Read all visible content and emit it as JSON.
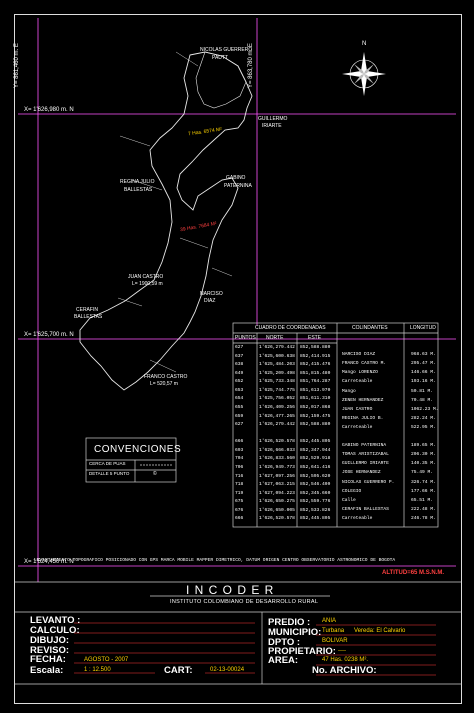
{
  "grid": {
    "left_top": "Y= 861,460 m. E",
    "right_top": "Y= 863,780 m. E",
    "row1": "X= 1'626,980 m. N",
    "row2": "X= 1'625,700 m. N",
    "row3": "X= 1'624,450 m. N"
  },
  "compass": {
    "north": "N"
  },
  "map_labels": {
    "owner_top": "NICOLAS GUERRERO",
    "owner_top2": "PAUTT",
    "area_a": "7 Has. 6574 M²",
    "area_b": "39 Has. 7684 M²",
    "guillermo": "GUILLERMO",
    "iriarte": "IRIARTE",
    "gabino": "GABINO",
    "paternina": "PATERNINA",
    "regina": "REGINA JULIO",
    "ballestas": "BALLESTAS",
    "juan_castro": "JUAN CASTRO",
    "juan_castro_l": "L= 1900,59 m",
    "narciso": "NARCISO",
    "narciso2": "DIAZ",
    "franco": "FRANCO CASTRO",
    "franco2": "L= 520,57 m",
    "cerafin": "CERAFIN",
    "cerafin2": "BALLESTAS"
  },
  "coord_table": {
    "title": "CUADRO DE COORDENADAS",
    "col_puntos": "PUNTOS",
    "col_norte": "NORTE",
    "col_este": "ESTE",
    "rows": [
      [
        "627",
        "1'626,279.442",
        "852,588.880"
      ],
      [
        "637",
        "1'625,600.638",
        "852,414.915"
      ],
      [
        "638",
        "1'625,484.203",
        "852,415.476"
      ],
      [
        "649",
        "1'625,209.498",
        "851,815.480"
      ],
      [
        "652",
        "1'625,733.348",
        "851,764.287"
      ],
      [
        "653",
        "1'625,744.775",
        "851,613.970"
      ],
      [
        "654",
        "1'625,756.052",
        "851,611.310"
      ],
      [
        "655",
        "1'626,409.256",
        "852,017.868"
      ],
      [
        "659",
        "1'626,477.265",
        "852,159.475"
      ],
      [
        "627",
        "1'626,279.442",
        "852,588.880"
      ],
      [
        "",
        "",
        ""
      ],
      [
        "666",
        "1'626,520.578",
        "852,445.805"
      ],
      [
        "693",
        "1'626,666.033",
        "852,347.944"
      ],
      [
        "704",
        "1'626,833.560",
        "852,529.918"
      ],
      [
        "706",
        "1'626,949.773",
        "852,641.416"
      ],
      [
        "716",
        "1'627,097.256",
        "852,595.620"
      ],
      [
        "718",
        "1'627,063.215",
        "852,546.409"
      ],
      [
        "719",
        "1'627,094.223",
        "852,345.660"
      ],
      [
        "675",
        "1'626,650.275",
        "852,559.776"
      ],
      [
        "676",
        "1'626,650.005",
        "852,533.826"
      ],
      [
        "666",
        "1'626,520.578",
        "852,445.805"
      ]
    ]
  },
  "colindantes": {
    "col_colindantes": "COLINDANTES",
    "col_longitud": "LONGITUD",
    "rows": [
      [
        "",
        ""
      ],
      [
        "NARCISO DIAZ",
        "968.63 M."
      ],
      [
        "FRANCO CASTRO M.",
        "295.47 M."
      ],
      [
        "Mango LORENZO",
        "146.66 M."
      ],
      [
        "Carreteable",
        "193.16 M."
      ],
      [
        "Mango",
        "50.81 M."
      ],
      [
        "ZENEN HERNANDEZ",
        "70.48 M."
      ],
      [
        "JUAN CASTRO",
        "1062.23 M."
      ],
      [
        "REGINA JULIO B.",
        "282.24 M."
      ],
      [
        "Carreteable",
        "522.95 M."
      ],
      [
        "",
        ""
      ],
      [
        "GABINO PATERNINA",
        "189.65 M."
      ],
      [
        "TOMAS ARISTIZABAL",
        "206.30 M."
      ],
      [
        "GUILLERMO IRIARTE",
        "140.35 M."
      ],
      [
        "JOSE HERNANDEZ",
        "75.49 M."
      ],
      [
        "NICOLAS GUERRERO P.",
        "326.74 M."
      ],
      [
        "COLEGIO",
        "177.66 M."
      ],
      [
        "Calle",
        "65.51 M."
      ],
      [
        "CERAFIN BALLESTAS",
        "222.48 M."
      ],
      [
        "Carreteable",
        "246.78 M."
      ]
    ]
  },
  "convenciones": {
    "title": "CONVENCIONES",
    "item1": "CERCA DE PUAS",
    "item2": "DETALLE 5 PUNTO",
    "item2_sym": "©"
  },
  "note": "LEVANTAMIENTO TOPOGRAFICO POSICIONADO CON GPS MARCA MOBILE MAPPER DIMETRICO, DATUM ORIGEN CENTRO OBSERVATORIO ASTRONOMICO DE BOGOTA",
  "altitud": "ALTITUD=65 M.S.N.M.",
  "title_block": {
    "org": "I N C O D E R",
    "org_full": "INSTITUTO COLOMBIANO DE DESARROLLO RURAL",
    "levanto": "LEVANTO :",
    "calculo": "CALCULO:",
    "dibujo": "DIBUJO:",
    "reviso": "REVISO:",
    "fecha": "FECHA:",
    "fecha_val": "AGOSTO - 2007",
    "escala": "Escala:",
    "escala_val": "1 : 12.500",
    "cart": "CART:",
    "cart_val": "02-13-00024",
    "predio": "PREDIO :",
    "predio_val": "ANIA",
    "municipio": "MUNICIPIO:",
    "municipio_val": "Turbana",
    "vereda_val": "Vereda: El Calvario",
    "dpto": "DPTO :",
    "dpto_val": "BOLIVAR",
    "propietario": "PROPIETARIO:",
    "propietario_val": "----",
    "area": "AREA:",
    "area_val": "47 Has. 0238 M².",
    "archivo": "No. ARCHIVO:"
  },
  "colors": {
    "grid": "#ff55ff",
    "text": "#ffffff",
    "accent": "#ffd400",
    "red": "#ff3b3b",
    "panel": "#cfcfcf"
  }
}
